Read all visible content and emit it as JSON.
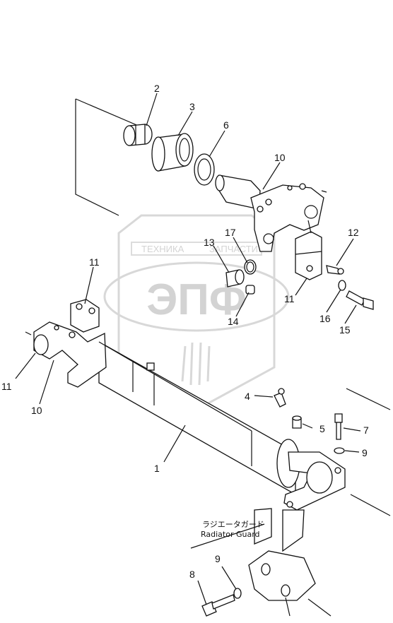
{
  "diagram": {
    "callouts": {
      "c2": "2",
      "c3": "3",
      "c6": "6",
      "c10a": "10",
      "c12": "12",
      "c17": "17",
      "c13": "13",
      "c11a": "11",
      "c16": "16",
      "c15": "15",
      "c14": "14",
      "c11b": "11",
      "c11c": "11",
      "c10b": "10",
      "c4": "4",
      "c5": "5",
      "c7": "7",
      "c9a": "9",
      "c1": "1",
      "c9b": "9",
      "c8": "8"
    },
    "note_jp": "ラジエータガード",
    "note_en": "Radiator Guard"
  },
  "watermark": {
    "banner_left": "ТЕХНИКА",
    "banner_right": "ЗАПЧАСТИ",
    "letters": "ЭПФ"
  }
}
